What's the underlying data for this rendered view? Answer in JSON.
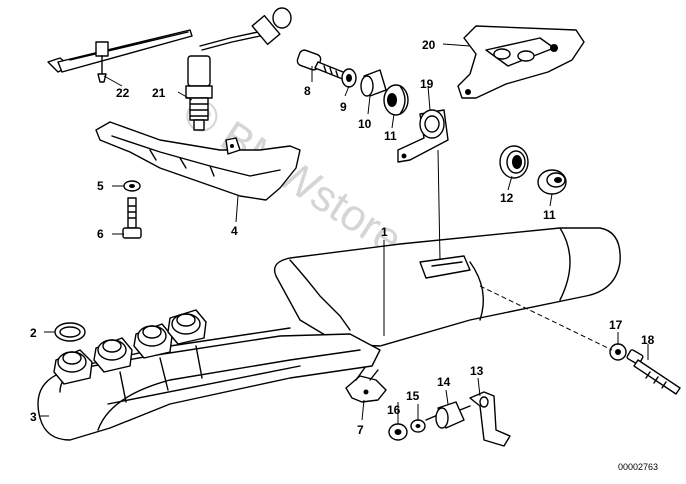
{
  "diagram": {
    "document_number": "00002763",
    "watermark": "© BMWstore.pl",
    "callouts": {
      "p1": "1",
      "p2": "2",
      "p3": "3",
      "p4": "4",
      "p5": "5",
      "p6": "6",
      "p7": "7",
      "p8": "8",
      "p9": "9",
      "p10": "10",
      "p11a": "11",
      "p11b": "11",
      "p12": "12",
      "p13": "13",
      "p14": "14",
      "p15": "15",
      "p16": "16",
      "p17": "17",
      "p18": "18",
      "p19": "19",
      "p20": "20",
      "p21": "21",
      "p22": "22"
    }
  }
}
